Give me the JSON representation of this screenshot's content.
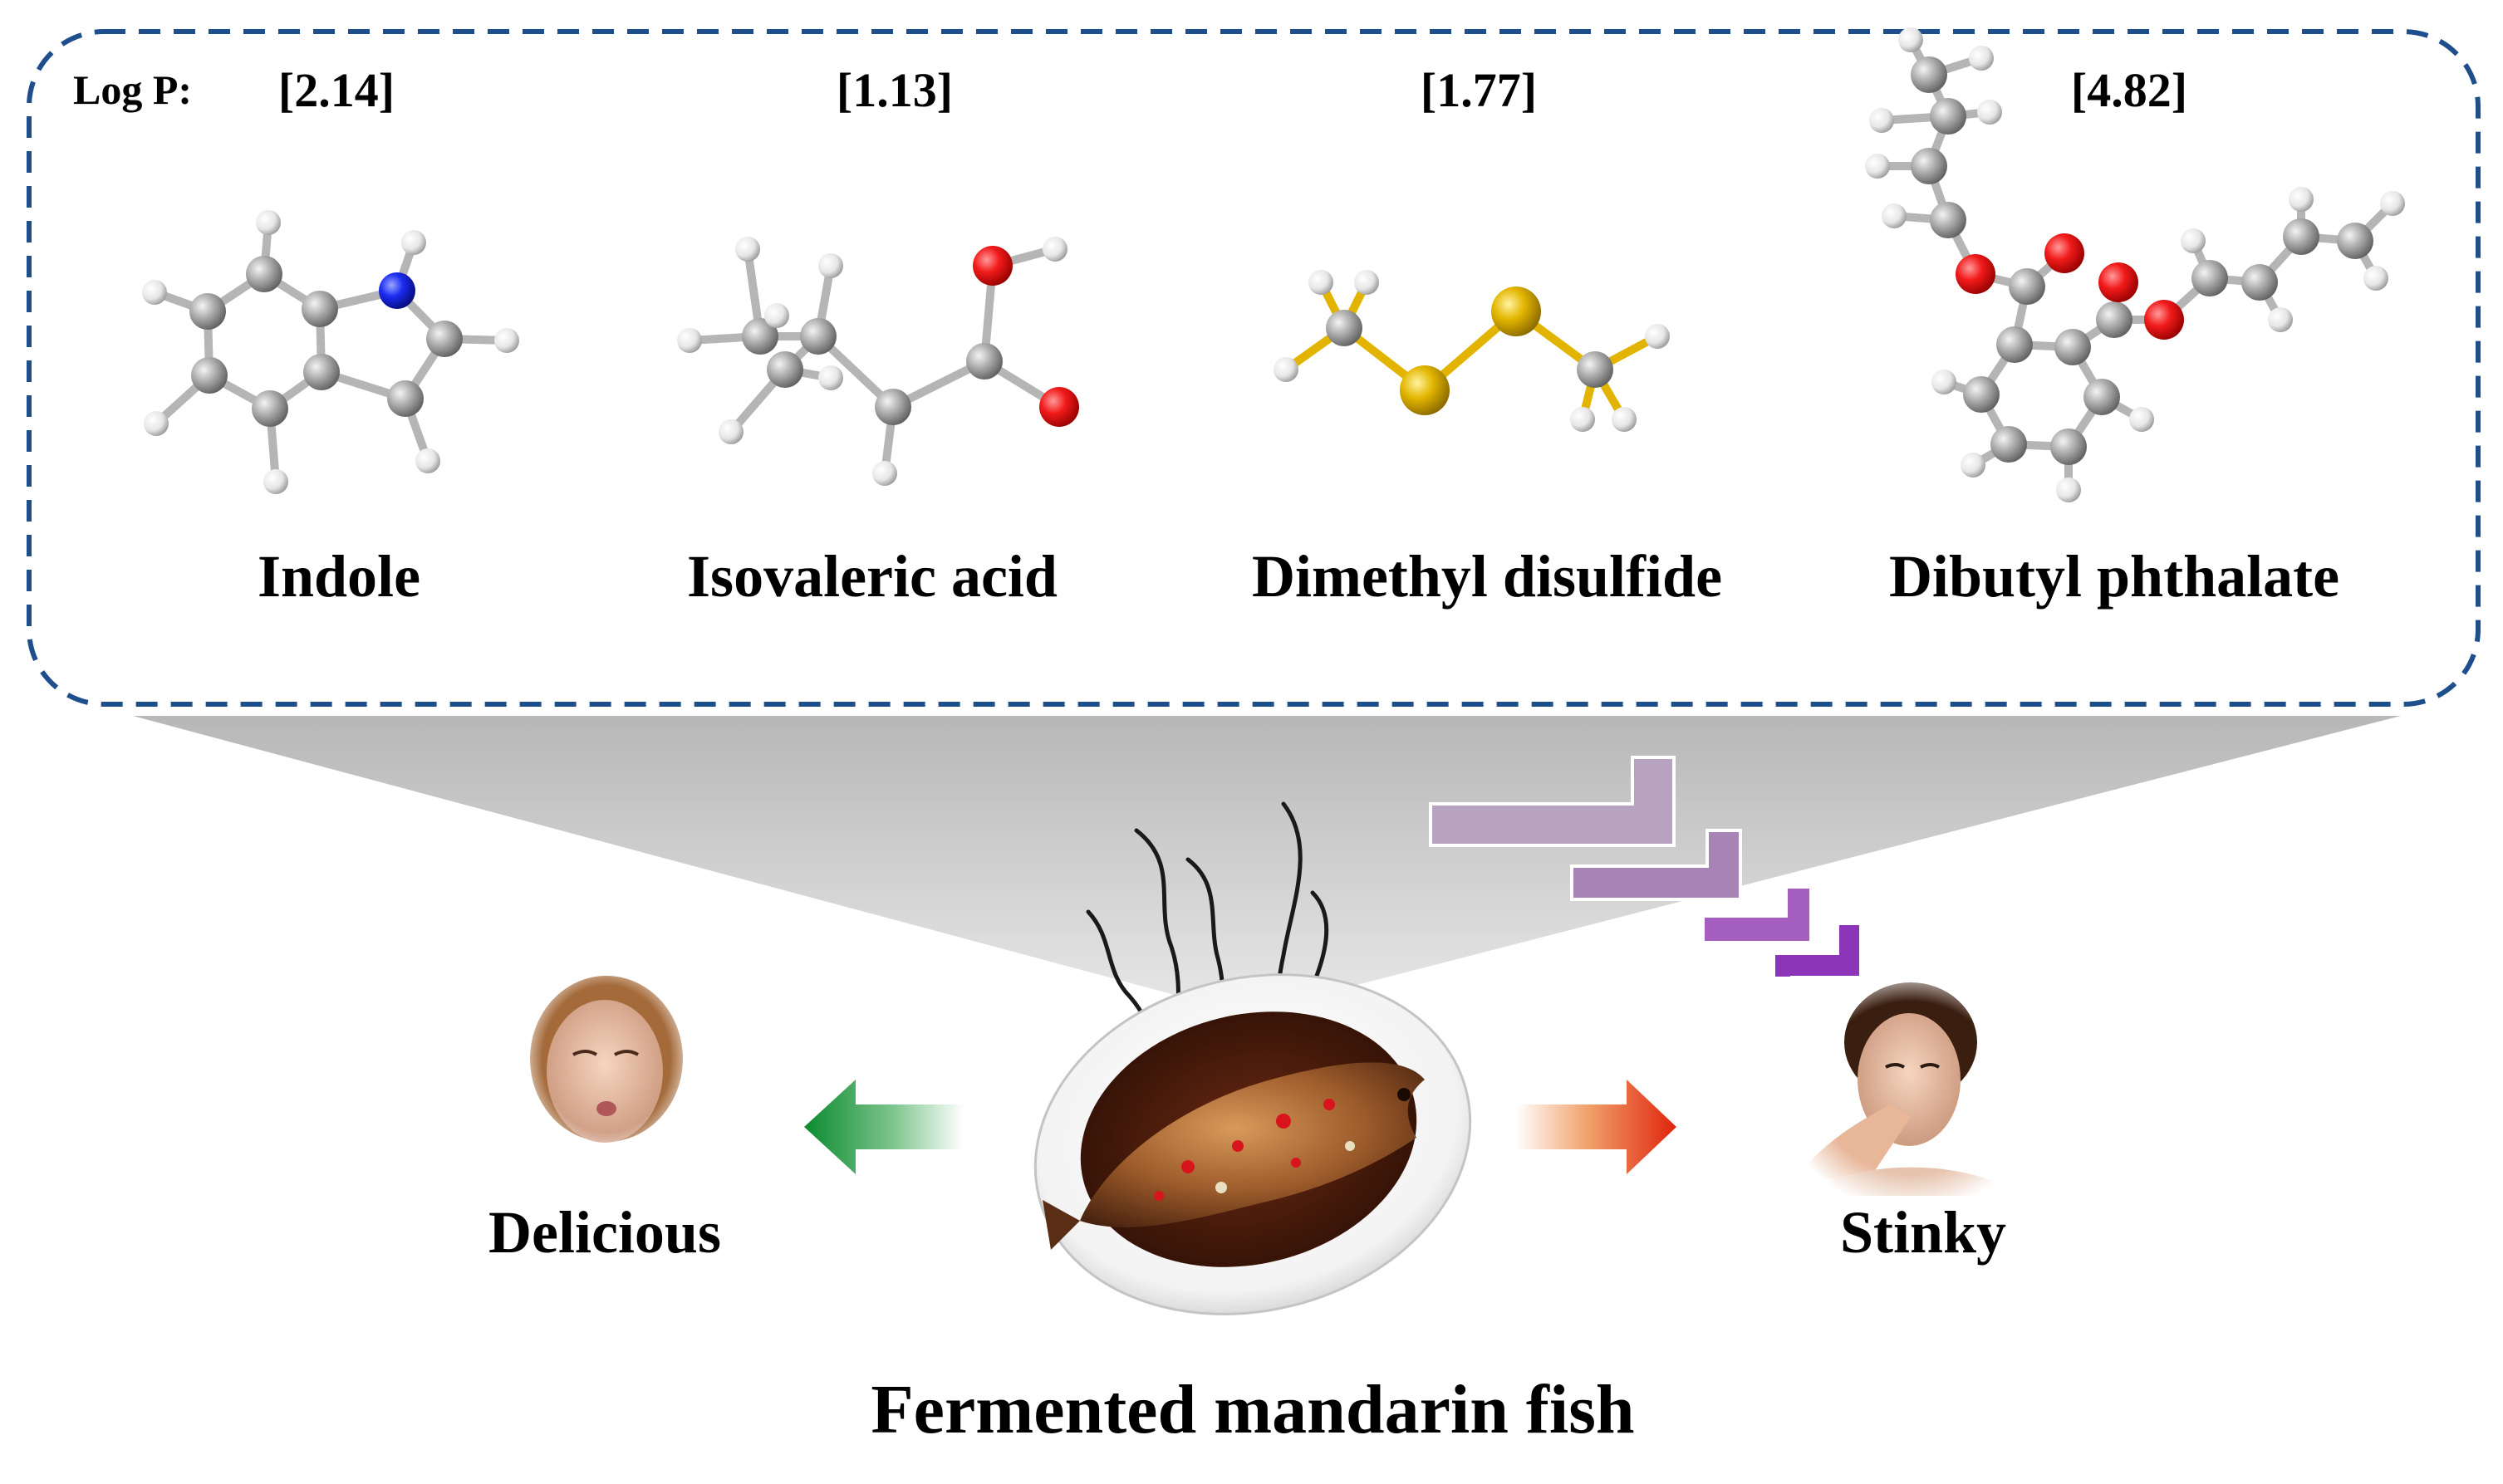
{
  "header": {
    "logp_label": "Log P:"
  },
  "compounds": [
    {
      "name": "Indole",
      "logp": "[2.14]"
    },
    {
      "name": "Isovaleric acid",
      "logp": "[1.13]"
    },
    {
      "name": "Dimethyl disulfide",
      "logp": "[1.77]"
    },
    {
      "name": "Dibutyl phthalate",
      "logp": "[4.82]"
    }
  ],
  "outcomes": {
    "left": "Delicious",
    "right": "Stinky"
  },
  "dish": {
    "title": "Fermented mandarin fish"
  },
  "colors": {
    "border": "#1f4e8c",
    "carbon": "#9e9e9e",
    "hydrogen": "#f0f0f0",
    "oxygen": "#e8101c",
    "nitrogen": "#1c2fe6",
    "sulfur": "#e2b400",
    "arrow_left": "#118a35",
    "arrow_right": "#e02a10",
    "odor_steps": "#9b59b6"
  },
  "icons": [
    "molecule-icon",
    "steam-icon",
    "plate-icon",
    "fish-icon",
    "face-icon",
    "arrow-icon",
    "odor-steps-icon"
  ]
}
